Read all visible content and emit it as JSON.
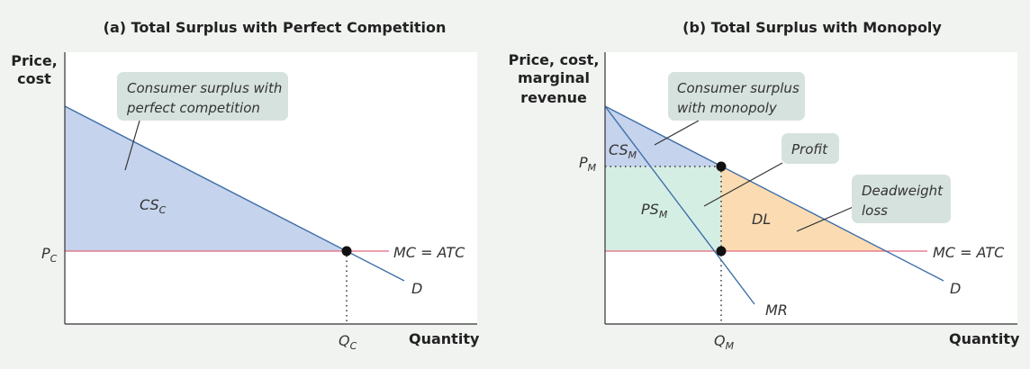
{
  "colors": {
    "background": "#f0f3f0",
    "cs_fill": "#c5d3ec",
    "ps_fill": "#d5eee4",
    "dl_fill": "#fbdcb2",
    "demand_line": "#3f6ea8",
    "mc_line": "#e2677e",
    "callout_bg": "#d6e2de"
  },
  "panel_a": {
    "title": "(a) Total Surplus with Perfect Competition",
    "ylabel": [
      "Price,",
      "cost"
    ],
    "xlabel": "Quantity",
    "price_label": "P",
    "price_sub": "C",
    "qty_label": "Q",
    "qty_sub": "C",
    "cs_label": "CS",
    "cs_sub": "C",
    "mc_label": "MC = ATC",
    "d_label": "D",
    "callout": [
      "Consumer surplus with",
      "perfect competition"
    ]
  },
  "panel_b": {
    "title": "(b) Total Surplus with Monopoly",
    "ylabel": [
      "Price, cost,",
      "marginal",
      "revenue"
    ],
    "xlabel": "Quantity",
    "price_label": "P",
    "price_sub": "M",
    "qty_label": "Q",
    "qty_sub": "M",
    "cs_label": "CS",
    "cs_sub": "M",
    "ps_label": "PS",
    "ps_sub": "M",
    "dl_label": "DL",
    "mc_label": "MC = ATC",
    "d_label": "D",
    "mr_label": "MR",
    "callout_cs": [
      "Consumer surplus",
      "with monopoly"
    ],
    "callout_profit": [
      "Profit"
    ],
    "callout_dl": [
      "Deadweight",
      "loss"
    ]
  }
}
